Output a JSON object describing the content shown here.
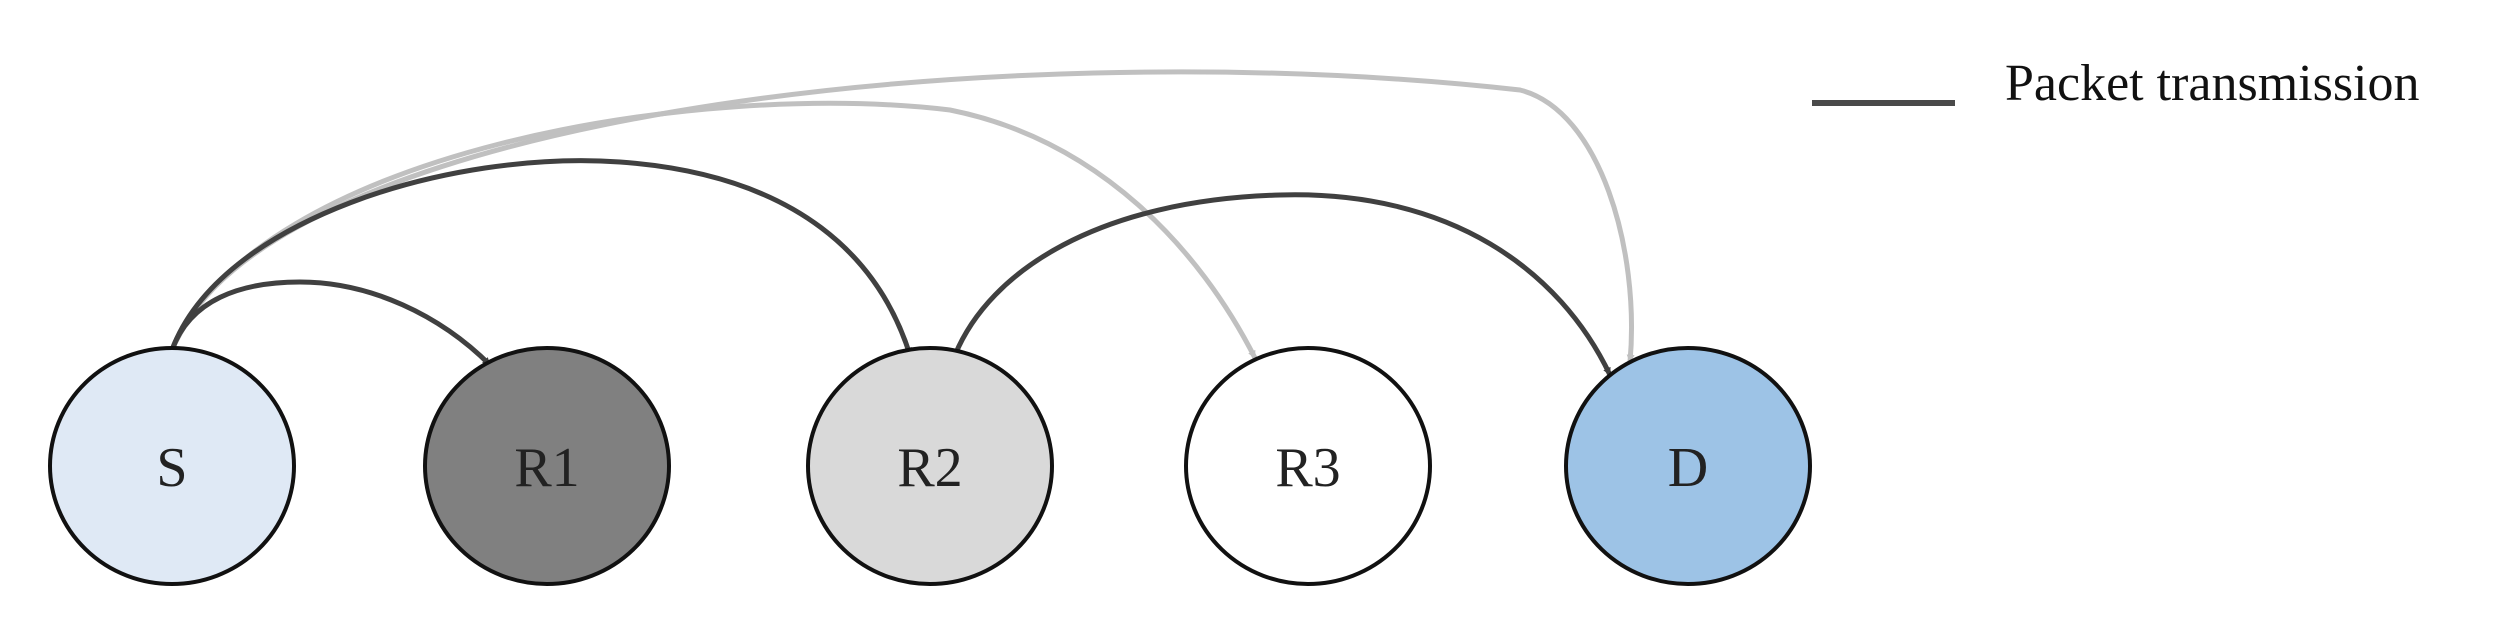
{
  "legend": {
    "label": "Packet transmission",
    "line_color": "#4a4a4a"
  },
  "colors": {
    "dark_edge": "#404040",
    "light_edge": "#c0c0c0",
    "node_stroke": "#111111"
  },
  "nodes": [
    {
      "id": "S",
      "label": "S",
      "fill": "#dfe9f5"
    },
    {
      "id": "R1",
      "label": "R1",
      "fill": "#808080"
    },
    {
      "id": "R2",
      "label": "R2",
      "fill": "#d9d9d9"
    },
    {
      "id": "R3",
      "label": "R3",
      "fill": "#ffffff"
    },
    {
      "id": "D",
      "label": "D",
      "fill": "#9dc3e6"
    }
  ],
  "edges": [
    {
      "from": "S",
      "to": "R1",
      "shade": "dark"
    },
    {
      "from": "S",
      "to": "R2",
      "shade": "dark"
    },
    {
      "from": "S",
      "to": "R3",
      "shade": "light"
    },
    {
      "from": "S",
      "to": "D",
      "shade": "light"
    },
    {
      "from": "R2",
      "to": "D",
      "shade": "dark"
    }
  ]
}
